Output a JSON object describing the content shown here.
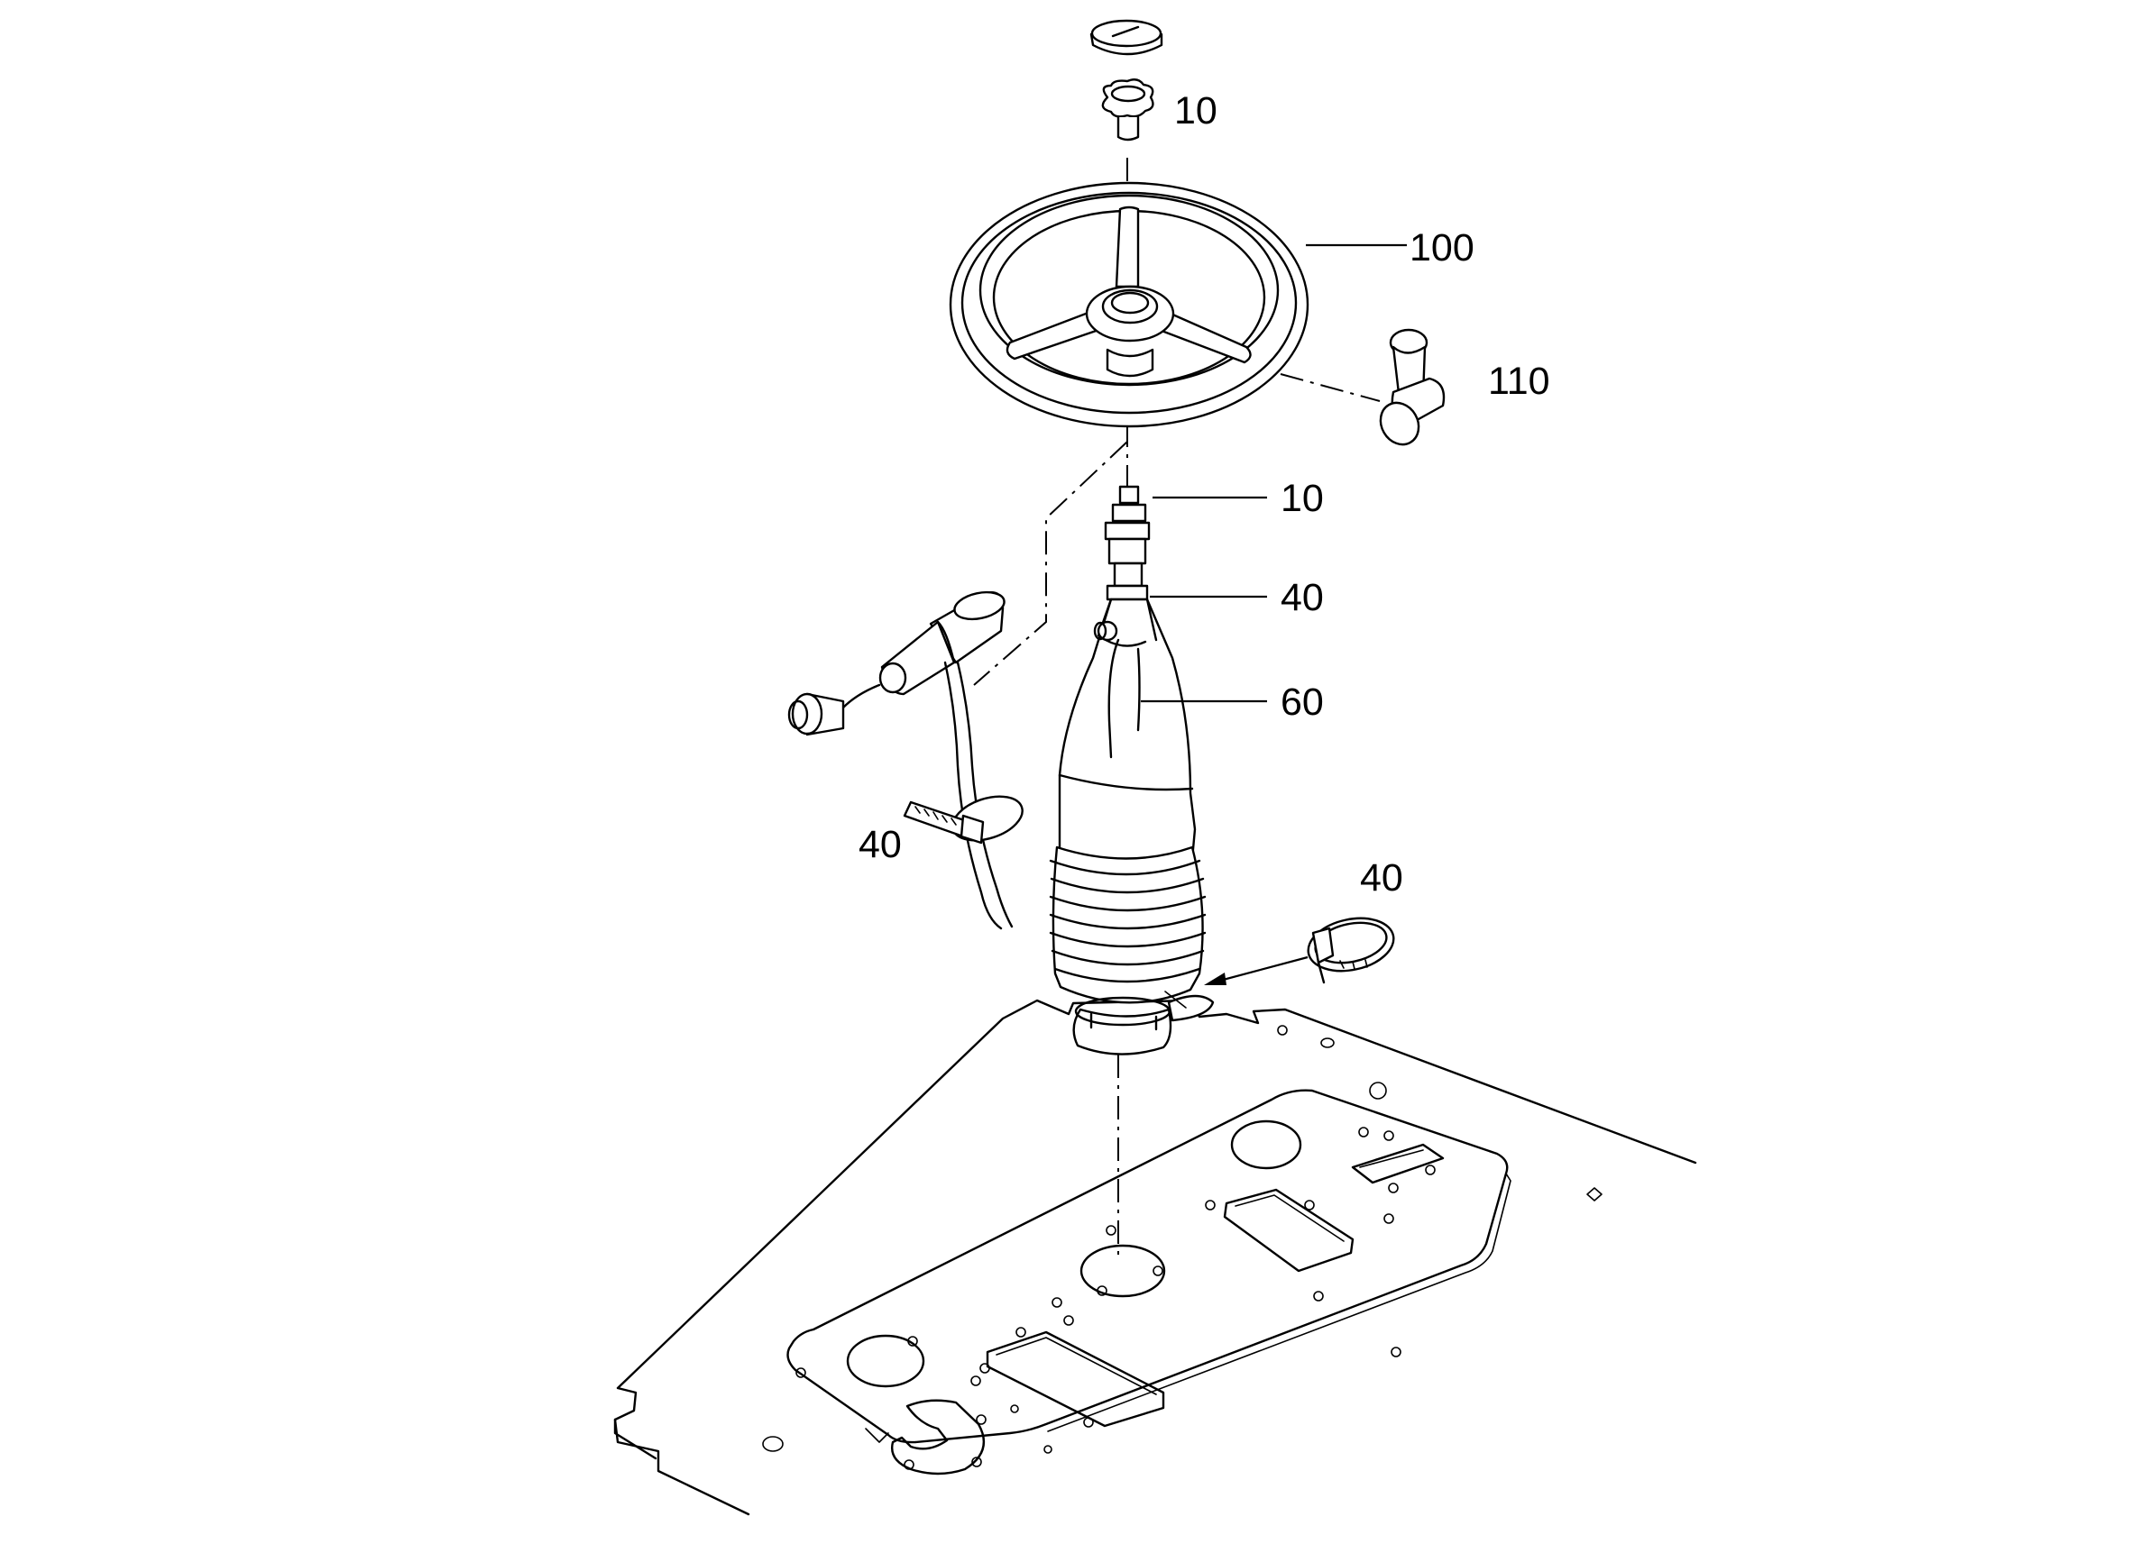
{
  "diagram": {
    "callouts": [
      {
        "id": "cap-nut",
        "label": "10"
      },
      {
        "id": "steering-wheel",
        "label": "100"
      },
      {
        "id": "spinner-knob",
        "label": "110"
      },
      {
        "id": "column-nut",
        "label": "10"
      },
      {
        "id": "column-collar",
        "label": "40"
      },
      {
        "id": "steering-column",
        "label": "60"
      },
      {
        "id": "cable-tie",
        "label": "40"
      },
      {
        "id": "hose-clamp",
        "label": "40"
      }
    ],
    "parts": [
      "cap",
      "star-nut",
      "steering-wheel",
      "spinner-knob",
      "steering-column",
      "bellows",
      "combination-switch",
      "cable-tie",
      "hose-clamp",
      "floor-plate"
    ]
  }
}
